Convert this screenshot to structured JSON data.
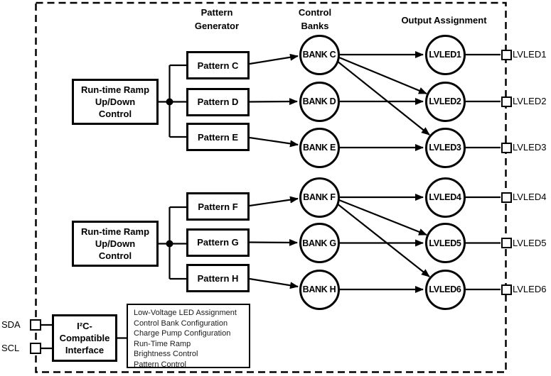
{
  "column_headers": {
    "pattern_generator": "Pattern\nGenerator",
    "control_banks": "Control\nBanks",
    "output_assignment": "Output Assignment"
  },
  "ramp_control": {
    "top_label": "Run-time Ramp\nUp/Down\nControl",
    "bottom_label": "Run-time Ramp\nUp/Down\nControl"
  },
  "patterns": [
    "Pattern C",
    "Pattern D",
    "Pattern E",
    "Pattern F",
    "Pattern G",
    "Pattern H"
  ],
  "banks": [
    "BANK C",
    "BANK D",
    "BANK E",
    "BANK F",
    "BANK G",
    "BANK H"
  ],
  "outputs": [
    "LVLED1",
    "LVLED2",
    "LVLED3",
    "LVLED4",
    "LVLED5",
    "LVLED6"
  ],
  "pins": {
    "right": [
      "LVLED1",
      "LVLED2",
      "LVLED3",
      "LVLED4",
      "LVLED5",
      "LVLED6"
    ],
    "left": [
      "SDA",
      "SCL"
    ]
  },
  "i2c": {
    "label": "I²C-\nCompatible\nInterface"
  },
  "registers": [
    "Low-Voltage LED Assignment",
    "Control Bank Configuration",
    "Charge Pump Configuration",
    "Run-Time Ramp",
    "Brightness Control",
    "Pattern Control"
  ],
  "colors": {
    "line": "#000000",
    "fill": "#ffffff"
  }
}
